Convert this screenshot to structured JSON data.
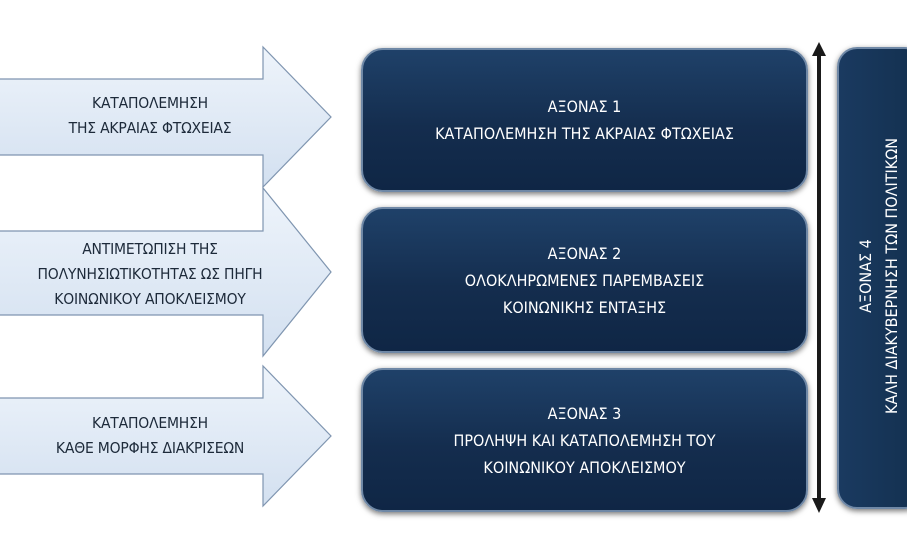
{
  "arrows": [
    {
      "lines": [
        "ΚΑΤΑΠΟΛΕΜΗΣΗ",
        "ΤΗΣ ΑΚΡΑΙΑΣ ΦΤΩΧΕΙΑΣ"
      ]
    },
    {
      "lines": [
        "ΑΝΤΙΜΕΤΩΠΙΣΗ ΤΗΣ",
        "ΠΟΛΥΝΗΣΙΩΤΙΚΟΤΗΤΑΣ ΩΣ ΠΗΓΗ",
        "ΚΟΙΝΩΝΙΚΟΥ ΑΠΟΚΛΕΙΣΜΟΥ"
      ]
    },
    {
      "lines": [
        "ΚΑΤΑΠΟΛΕΜΗΣΗ",
        "ΚΑΘΕ ΜΟΡΦΗΣ ΔΙΑΚΡΙΣΕΩΝ"
      ]
    }
  ],
  "axes": [
    {
      "lines": [
        "ΑΞΟΝΑΣ 1",
        "ΚΑΤΑΠΟΛΕΜΗΣΗ ΤΗΣ ΑΚΡΑΙΑΣ ΦΤΩΧΕΙΑΣ"
      ]
    },
    {
      "lines": [
        "ΑΞΟΝΑΣ 2",
        "ΟΛΟΚΛΗΡΩΜΕΝΕΣ ΠΑΡΕΜΒΑΣΕΙΣ",
        "ΚΟΙΝΩΝΙΚΗΣ ΕΝΤΑΞΗΣ"
      ]
    },
    {
      "lines": [
        "ΑΞΟΝΑΣ 3",
        "ΠΡΟΛΗΨΗ ΚΑΙ ΚΑΤΑΠΟΛΕΜΗΣΗ ΤΟΥ",
        "ΚΟΙΝΩΝΙΚΟΥ ΑΠΟΚΛΕΙΣΜΟΥ"
      ]
    }
  ],
  "governance": {
    "lines": [
      "ΑΞΟΝΑΣ 4",
      "ΚΑΛΗ ΔΙΑΚΥΒΕΡΝΗΣΗ ΤΩΝ ΠΟΛΙΤΙΚΩΝ"
    ]
  },
  "colors": {
    "arrow_fill": "#dde8f5",
    "arrow_stroke": "#7f95b0",
    "box_fill": "#173459",
    "box_border": "#6f88a6",
    "text_dark": "#1d2a3a"
  }
}
